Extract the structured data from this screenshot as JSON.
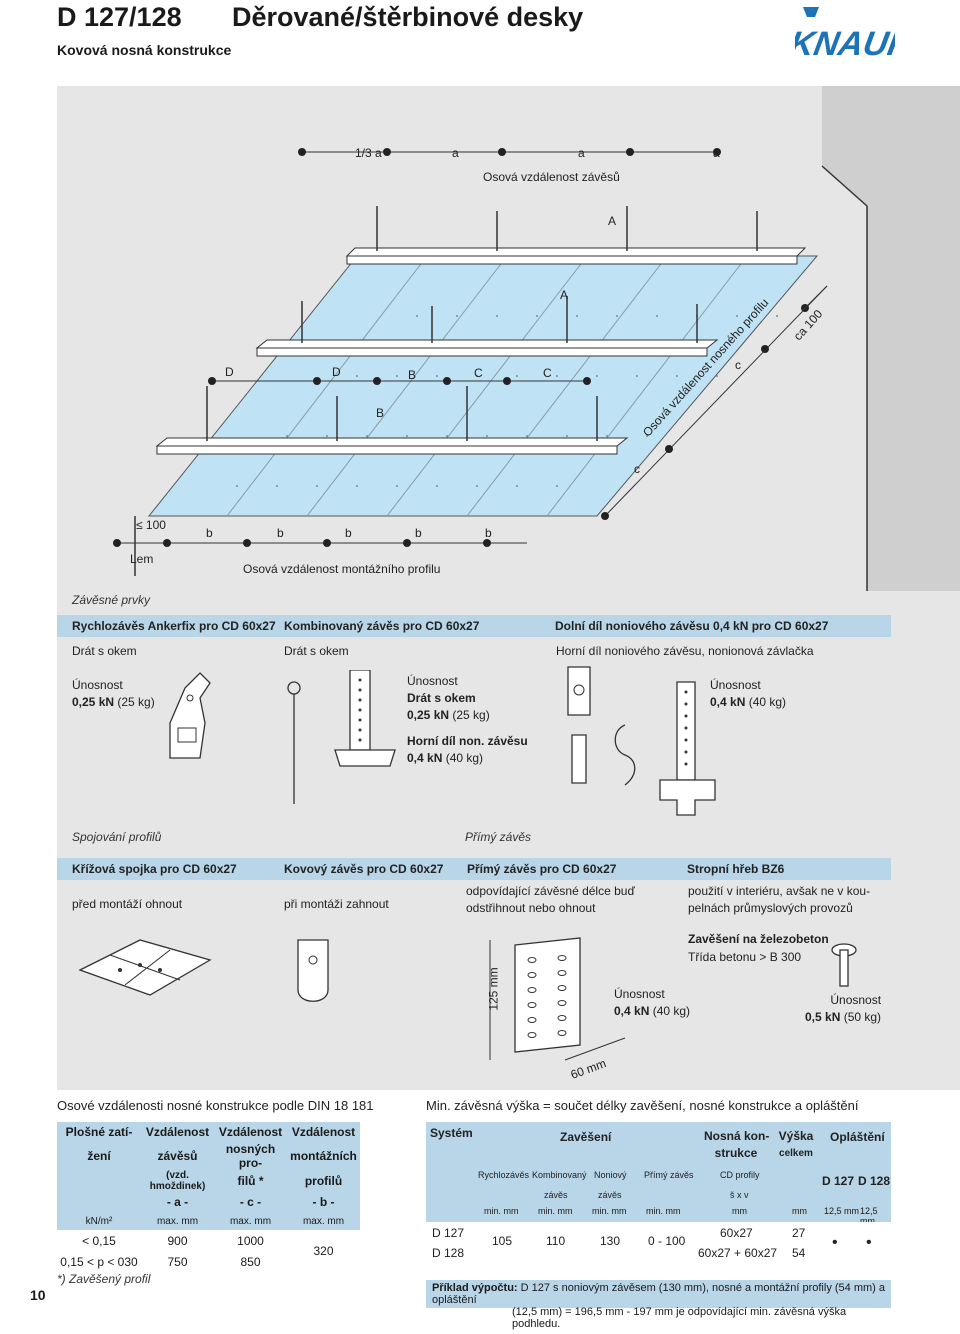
{
  "header": {
    "code": "D 127/128",
    "title": "Děrované/štěrbinové desky",
    "subtitle": "Kovová nosná konstrukce",
    "logo": "KNAUF"
  },
  "diagram": {
    "top_dims": [
      "1/3 a",
      "a",
      "a",
      "a"
    ],
    "top_caption": "Osová vzdálenost závěsů",
    "labels_A": [
      "A",
      "A"
    ],
    "labels_letters": [
      "D",
      "D",
      "B",
      "C",
      "C",
      "B"
    ],
    "right_c": [
      "c",
      "c"
    ],
    "right_ca": "ca 100",
    "right_caption": "Osová vzdálenost nosného profilu",
    "bottom_min": "≤ 100",
    "bottom_b": [
      "b",
      "b",
      "b",
      "b",
      "b"
    ],
    "lem": "Lem",
    "bottom_caption": "Osová vzdálenost montážního profilu"
  },
  "zavesne": {
    "section_label": "Závěsné prvky",
    "bar": [
      "Rychlozávěs Ankerfix pro CD 60x27",
      "Kombinovaný závěs pro CD 60x27",
      "Dolní díl noniového závěsu 0,4 kN pro CD 60x27"
    ],
    "sub": [
      "Drát s okem",
      "Drát s okem",
      "Horní díl noniového závěsu, nonionová závlačka"
    ],
    "col1": {
      "unosnost": "Únosnost",
      "value": "0,25 kN",
      "kg": "(25 kg)"
    },
    "col2": {
      "unosnost": "Únosnost",
      "drat": "Drát s okem",
      "value": "0,25 kN",
      "kg": "(25 kg)",
      "horni": "Horní díl non. závěsu",
      "value2": "0,4 kN",
      "kg2": "(40 kg)"
    },
    "col3": {
      "unosnost": "Únosnost",
      "value": "0,4 kN",
      "kg": "(40 kg)"
    }
  },
  "spojovani": {
    "label_left": "Spojování profilů",
    "label_right": "Přímý závěs",
    "bar": [
      "Křížová spojka pro CD 60x27",
      "Kovový závěs pro CD 60x27",
      "Přímý závěs pro CD 60x27",
      "Stropní hřeb BZ6"
    ],
    "desc1": "před montáží ohnout",
    "desc2": "při montáži zahnout",
    "desc3a": "odpovídající závěsné délce buď",
    "desc3b": "odstřihnout nebo ohnout",
    "desc4a": "použití v interiéru, avšak ne v kou-",
    "desc4b": "pelnách průmyslových provozů",
    "zaves_beton": "Zavěšení na železobeton",
    "trida": "Třída betonu > B 300",
    "dim_125": "125 mm",
    "dim_60": "60 mm",
    "u3": {
      "unosnost": "Únosnost",
      "value": "0,4 kN",
      "kg": "(40 kg)"
    },
    "u4": {
      "unosnost": "Únosnost",
      "value": "0,5 kN",
      "kg": "(50 kg)"
    }
  },
  "table1": {
    "title": "Osové vzdálenosti nosné konstrukce podle DIN 18 181",
    "h": [
      "Plošné zatí-",
      "žení",
      "Vzdálenost",
      "závěsů",
      "(vzd. hmoždinek)",
      "- a -",
      "Vzdálenost",
      "nosných pro-",
      "filů *",
      "- c -",
      "Vzdálenost",
      "montážních",
      "profilů",
      "- b -"
    ],
    "units": [
      "kN/m²",
      "max. mm",
      "max. mm",
      "max. mm"
    ],
    "rows": [
      [
        "< 0,15",
        "900",
        "1000"
      ],
      [
        "0,15 < p < 030",
        "750",
        "850"
      ]
    ],
    "b_value": "320",
    "footnote": "*) Zavěšený profil"
  },
  "table2": {
    "title": "Min. závěsná výška = součet délky zavěšení, nosné konstrukce a opláštění",
    "h_system": "Systém",
    "h_zaveseni": "Zavěšení",
    "h_nosna": [
      "Nosná kon-",
      "strukce"
    ],
    "h_vyska": [
      "Výška",
      "celkem"
    ],
    "h_oplasteni": "Opláštění",
    "sub": [
      "Rychlozávěs",
      "Kombinovaný",
      "závěs",
      "Noniový",
      "závěs",
      "Přímý závěs",
      "CD profily",
      "š x v"
    ],
    "opl_cols": [
      "D 127",
      "D 128"
    ],
    "units": [
      "min. mm",
      "min. mm",
      "min. mm",
      "min. mm",
      "mm",
      "mm",
      "12,5 mm",
      "12,5 mm"
    ],
    "systems": [
      "D 127",
      "D 128"
    ],
    "vals": [
      "105",
      "110",
      "130",
      "0 - 100"
    ],
    "profiles": [
      "60x27",
      "60x27 + 60x27"
    ],
    "heights": [
      "27",
      "54"
    ],
    "dots": [
      "•",
      "•"
    ]
  },
  "example": {
    "label": "Příklad výpočtu:",
    "line1": " D 127 s noniovým závěsem (130 mm), nosné a montážní profily (54 mm) a opláštění",
    "line2": "(12,5 mm) = 196,5 mm - 197 mm je odpovídající min. závěsná výška podhledu."
  },
  "page_number": "10"
}
